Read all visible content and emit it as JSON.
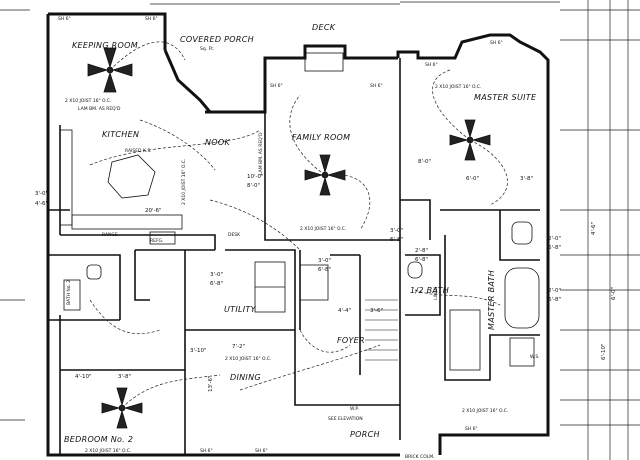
{
  "plan": {
    "rooms": {
      "keeping_room": "KEEPING ROOM",
      "covered_porch": "COVERED PORCH",
      "covered_porch_area": "Sq. Ft.",
      "deck": "DECK",
      "master_suite": "MASTER SUITE",
      "kitchen": "KITCHEN",
      "nook": "NOOK",
      "family_room": "FAMILY ROOM",
      "utility": "UTILITY",
      "foyer": "FOYER",
      "dining": "DINING",
      "bedroom2": "BEDROOM No. 2",
      "porch": "PORCH",
      "bath": "1/2 BATH",
      "master_bath": "MASTER BATH",
      "bath_left": "BATH No. 2"
    },
    "notes": {
      "sh6_a": "SH 6\"",
      "sh6_b": "SH 6\"",
      "sh6_c": "SH 6\"",
      "sh6_d": "SH 6\"",
      "sh6_e": "SH 6\"",
      "sh6_f": "SH 6\"",
      "sh6_g": "SH 6\"",
      "sh6_h": "SH 6\"",
      "sh6_i": "SH 6\"",
      "joist_keeping": "2 X10 JOIST 16\" O.C.",
      "joist_master": "2 X10 JOIST 16\" O.C.",
      "joist_kitchen": "2 X10 JOIST 16\" O.C.",
      "joist_family": "2 X10 JOIST 16\" O.C.",
      "joist_dining": "2 X10 JOIST 16\" O.C.",
      "joist_bath": "2 X10 JOIST 16\" O.C.",
      "joist_bedroom": "2 X10 JOIST 16\" O.C.",
      "raised_ks": "RAISED K.S.",
      "range": "RANGE",
      "refg": "REFG.",
      "desk": "DESK",
      "lam_bm": "LAM BM. AS REQ'D",
      "see_elevation": "SEE ELEVATION",
      "wh": "W.P.",
      "brick_column": "BRICK COLM.",
      "linen": "LINEN",
      "ws": "W.S."
    },
    "dims": {
      "d1": "3'-0\"",
      "d2": "4'-6\"",
      "d3": "20'-6\"",
      "d4": "10'-0\"",
      "d5": "8'-0\"",
      "d6": "6'-0\"",
      "d7": "8'-0\"",
      "d8": "3'-8\"",
      "d9": "3'-0\"",
      "d10": "6'-8\"",
      "d11": "4'-4\"",
      "d12": "3'-6\"",
      "d13": "7'-2\"",
      "d14": "3'-10\"",
      "d15": "4'-10\"",
      "d16": "3'-8\"",
      "d17": "2'-0\"",
      "d18": "6'-8\"",
      "d19": "2'-0\"",
      "d20": "6'-8\"",
      "d21": "3'-0\"",
      "d22": "6'-8\"",
      "d23": "2'-8\"",
      "d24": "6'-8\"",
      "d25": "13'-6\"",
      "d26": "6'-10\"",
      "d27": "3'-0\"",
      "d28": "6'-8\"",
      "d29": "6'-0\"",
      "d30": "4'-6\""
    }
  }
}
